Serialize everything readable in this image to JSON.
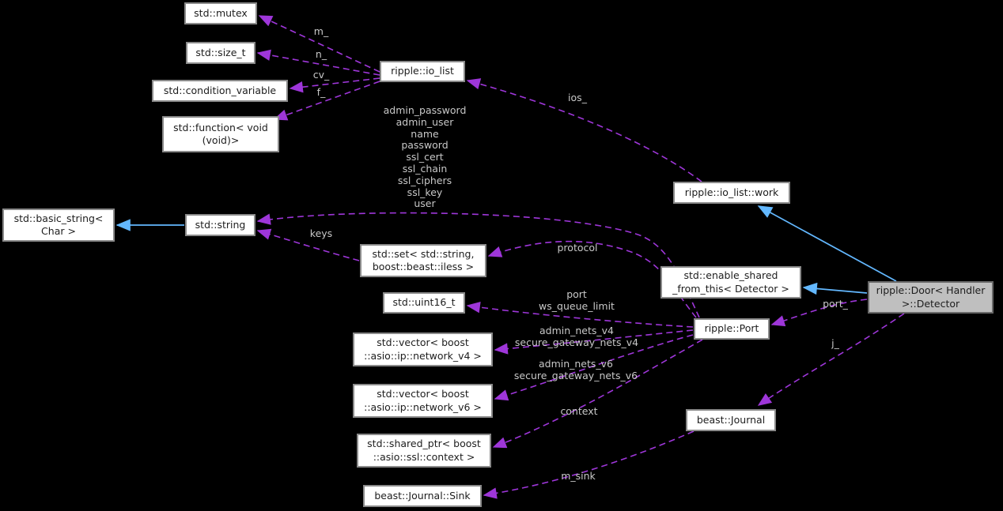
{
  "diagram": {
    "kind": "doxygen-collaboration-graph",
    "colors": {
      "background": "#000000",
      "usage_edge": "#9e36d9",
      "inheritance_edge": "#63b8ff",
      "node_fill": "#ffffff",
      "node_border": "#8a8a8a",
      "current_node_fill": "#bfbfbf",
      "edge_label_text": "#c8c8c8",
      "node_text": "#1d1d1d"
    }
  },
  "nodes": {
    "mutex": {
      "lines": [
        "std::mutex"
      ]
    },
    "size_t": {
      "lines": [
        "std::size_t"
      ]
    },
    "condition_variable": {
      "lines": [
        "std::condition_variable"
      ]
    },
    "function_void": {
      "lines": [
        "std::function< void",
        "(void)>"
      ]
    },
    "io_list": {
      "lines": [
        "ripple::io_list"
      ]
    },
    "io_list_work": {
      "lines": [
        "ripple::io_list::work"
      ]
    },
    "basic_string": {
      "lines": [
        "std::basic_string<",
        "Char >"
      ]
    },
    "string": {
      "lines": [
        "std::string"
      ]
    },
    "set_iless": {
      "lines": [
        "std::set< std::string,",
        "boost::beast::iless >"
      ]
    },
    "enable_shared": {
      "lines": [
        "std::enable_shared",
        "_from_this< Detector >"
      ]
    },
    "uint16": {
      "lines": [
        "std::uint16_t"
      ]
    },
    "port": {
      "lines": [
        "ripple::Port"
      ]
    },
    "vector_v4": {
      "lines": [
        "std::vector< boost",
        "::asio::ip::network_v4 >"
      ]
    },
    "vector_v6": {
      "lines": [
        "std::vector< boost",
        "::asio::ip::network_v6 >"
      ]
    },
    "shared_ptr_ssl": {
      "lines": [
        "std::shared_ptr< boost",
        "::asio::ssl::context >"
      ]
    },
    "journal": {
      "lines": [
        "beast::Journal"
      ]
    },
    "journal_sink": {
      "lines": [
        "beast::Journal::Sink"
      ]
    },
    "detector": {
      "lines": [
        "ripple::Door< Handler",
        ">::Detector"
      ]
    }
  },
  "edge_labels": {
    "m": "m_",
    "n": "n_",
    "cv": "cv_",
    "f": "f_",
    "ios": "ios_",
    "string_members": [
      "admin_password",
      "admin_user",
      "name",
      "password",
      "ssl_cert",
      "ssl_chain",
      "ssl_ciphers",
      "ssl_key",
      "user"
    ],
    "keys": "keys",
    "protocol": "protocol",
    "uint16_members": [
      "port",
      "ws_queue_limit"
    ],
    "v4_members": [
      "admin_nets_v4",
      "secure_gateway_nets_v4"
    ],
    "v6_members": [
      "admin_nets_v6",
      "secure_gateway_nets_v6"
    ],
    "context": "context",
    "port_ref": "port_",
    "j": "j_",
    "m_sink": "m_sink"
  }
}
